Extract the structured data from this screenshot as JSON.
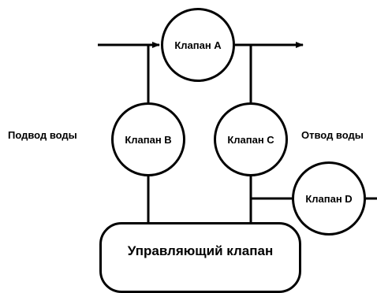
{
  "diagram": {
    "valves": {
      "a": "Клапан A",
      "b": "Клапан B",
      "c": "Клапан C",
      "d": "Клапан D"
    },
    "control_valve": "Управляющий клапан",
    "labels": {
      "inlet": "Подвод воды",
      "outlet": "Отвод воды"
    }
  }
}
